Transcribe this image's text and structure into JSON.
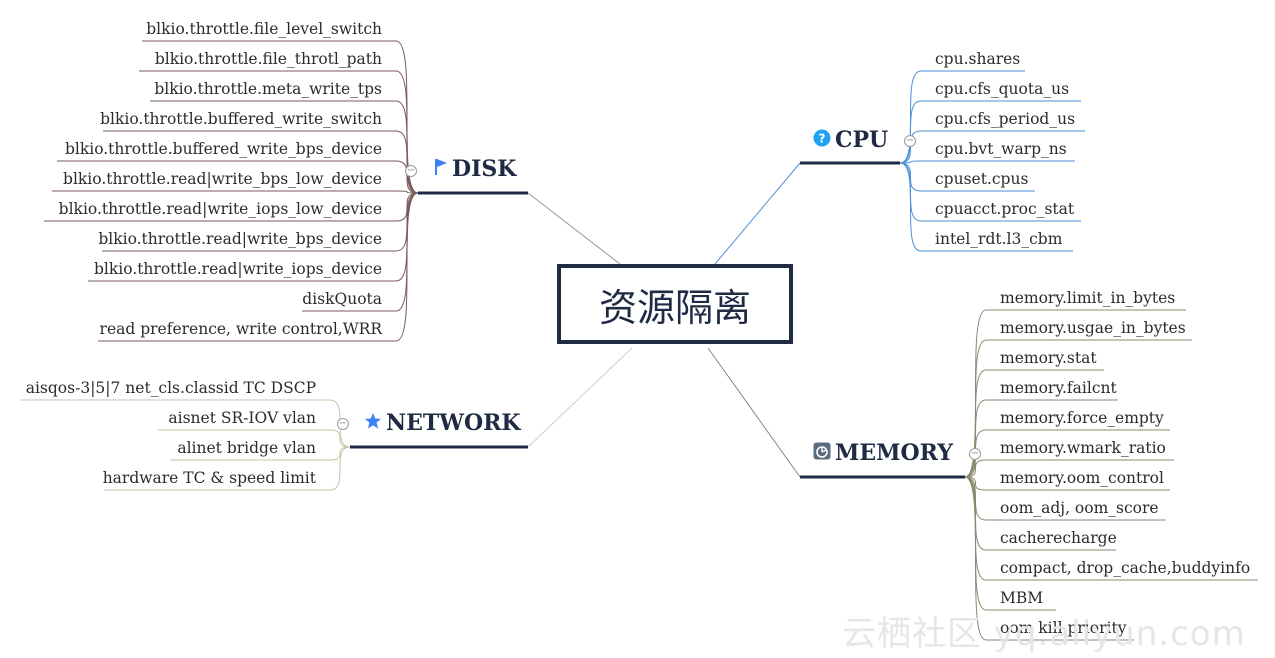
{
  "center": {
    "label": "资源隔离"
  },
  "branches": {
    "disk": {
      "label": "DISK",
      "icon": "flag-icon",
      "items": [
        "blkio.throttle.file_level_switch",
        "blkio.throttle.file_throtl_path",
        "blkio.throttle.meta_write_tps",
        "blkio.throttle.buffered_write_switch",
        "blkio.throttle.buffered_write_bps_device",
        "blkio.throttle.read|write_bps_low_device",
        "blkio.throttle.read|write_iops_low_device",
        "blkio.throttle.read|write_bps_device",
        "blkio.throttle.read|write_iops_device",
        "diskQuota",
        "read preference, write control,WRR"
      ]
    },
    "network": {
      "label": "NETWORK",
      "icon": "star-icon",
      "items": [
        "aisqos-3|5|7  net_cls.classid  TC DSCP",
        "aisnet  SR-IOV vlan",
        "alinet  bridge vlan",
        "hardware TC & speed limit"
      ]
    },
    "cpu": {
      "label": "CPU",
      "icon": "question-icon",
      "items": [
        "cpu.shares",
        "cpu.cfs_quota_us",
        "cpu.cfs_period_us",
        "cpu.bvt_warp_ns",
        "cpuset.cpus",
        "cpuacct.proc_stat",
        "intel_rdt.l3_cbm"
      ]
    },
    "memory": {
      "label": "MEMORY",
      "icon": "memory-icon",
      "items": [
        "memory.limit_in_bytes",
        "memory.usgae_in_bytes",
        "memory.stat",
        "memory.failcnt",
        "memory.force_empty",
        "memory.wmark_ratio",
        "memory.oom_control",
        "oom_adj, oom_score",
        "cacherecharge",
        "compact, drop_cache,buddyinfo",
        "MBM",
        "oom kill priority"
      ]
    }
  },
  "watermark": "云栖社区 yq.aliyun.com",
  "colors": {
    "branch_text": "#1f2a44",
    "disk_line": "#7a5a5a",
    "cpu_line": "#4a90d9",
    "network_line": "#c9c2a8",
    "memory_line": "#8a8a70",
    "icon_blue": "#3b82f6"
  }
}
